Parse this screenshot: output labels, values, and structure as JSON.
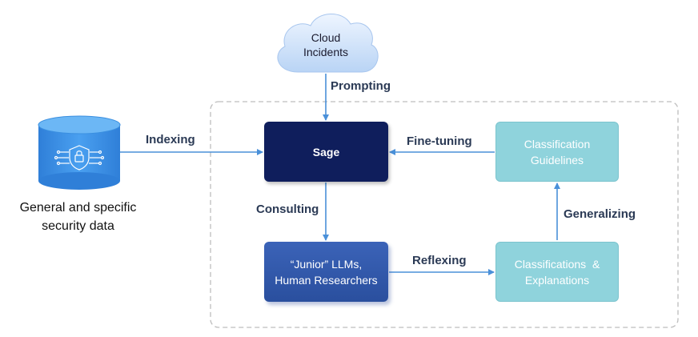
{
  "cloud": {
    "line1": "Cloud",
    "line2": "Incidents"
  },
  "database": {
    "label_line1": "General and specific",
    "label_line2": "security data"
  },
  "nodes": {
    "sage": "Sage",
    "junior_line1": "“Junior” LLMs,",
    "junior_line2": "Human Researchers",
    "guidelines_line1": "Classification",
    "guidelines_line2": "Guidelines",
    "explanations_line1": "Classifications  &",
    "explanations_line2": "Explanations"
  },
  "edges": {
    "prompting": "Prompting",
    "indexing": "Indexing",
    "consulting": "Consulting",
    "reflexing": "Reflexing",
    "fine_tuning": "Fine-tuning",
    "generalizing": "Generalizing"
  },
  "colors": {
    "sage": "#0f1e5c",
    "junior": "#2f55a6",
    "teal": "#8fd3dc",
    "arrow": "#4a90d9",
    "db": "#3a8fe0",
    "label": "#2b3a55"
  }
}
